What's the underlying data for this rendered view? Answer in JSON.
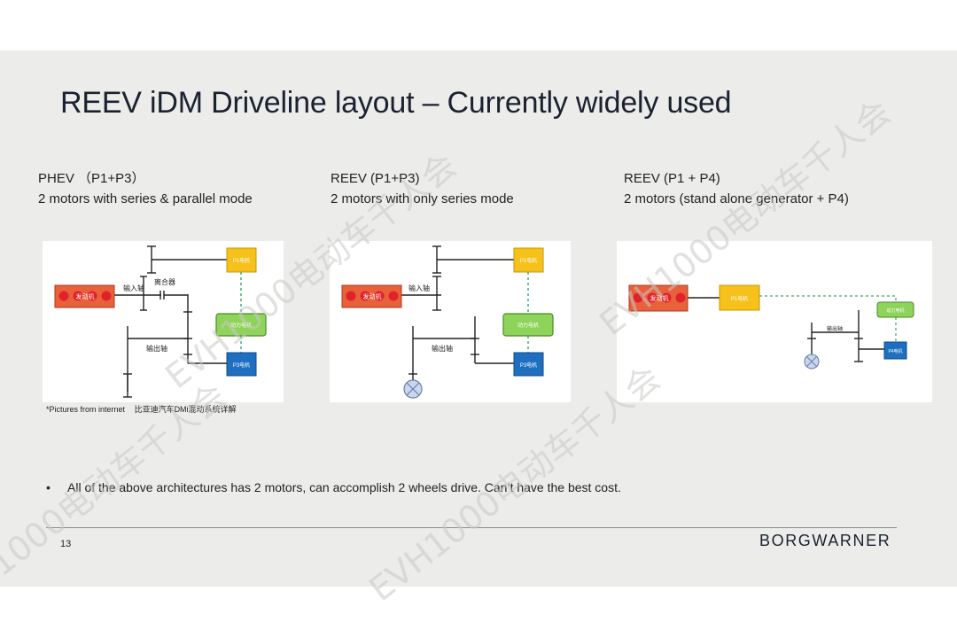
{
  "slide": {
    "title": "REEV iDM Driveline layout – Currently widely used",
    "columns": [
      {
        "heading": "PHEV （P1+P3）",
        "subheading": "2 motors with series & parallel mode"
      },
      {
        "heading": "REEV (P1+P3)",
        "subheading": "2 motors with only series mode"
      },
      {
        "heading": "REEV (P1 + P4)",
        "subheading": "2 motors (stand alone generator + P4)"
      }
    ],
    "diagram_labels": {
      "engine": "发动机",
      "p1": "P1电机",
      "drive_motor": "动力电机",
      "p3": "P3电机",
      "p4": "P4电机",
      "input_shaft": "输入轴",
      "output_shaft": "输出轴",
      "clutch": "离合器"
    },
    "source_note": "*Pictures from internet",
    "source_note_cn": "比亚迪汽车DMi混动系统详解",
    "bullet": "All of the above architectures has 2 motors, can accomplish 2 wheels drive. Can’t have the best cost.",
    "page_number": "13",
    "logo": "BORGWARNER",
    "watermark": "EVH1000电动车千人会",
    "colors": {
      "background": "#ececea",
      "engine": "#e8613a",
      "motor_yellow": "#f5c11a",
      "motor_green": "#8fd45a",
      "motor_blue": "#1f6fc0",
      "connector": "#3aa86b"
    }
  }
}
